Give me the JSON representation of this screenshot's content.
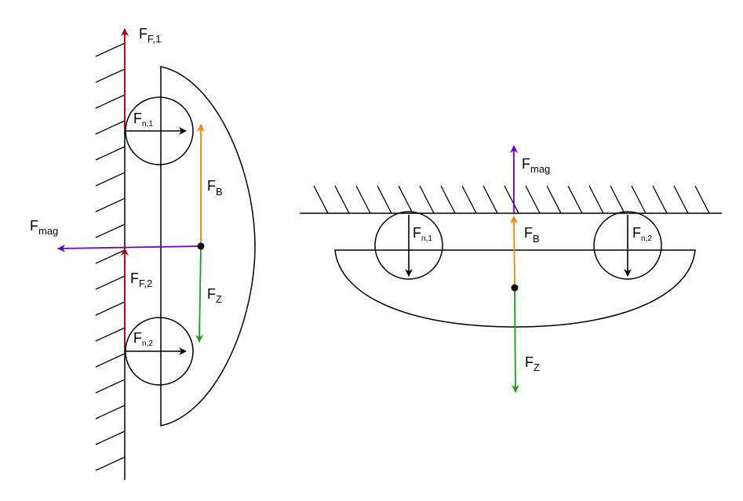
{
  "colors": {
    "friction": "#b20000",
    "magnetic": "#6600cc",
    "buoyancy": "#ff8000",
    "gravity": "#1a9b1a",
    "normal": "#000000",
    "outline": "#000000"
  },
  "left_diagram": {
    "labels": {
      "ff1": {
        "main": "F",
        "sub": "F,1"
      },
      "ff2": {
        "main": "F",
        "sub": "F,2"
      },
      "fn1": {
        "main": "F",
        "sub": "n,1"
      },
      "fn2": {
        "main": "F",
        "sub": "n,2"
      },
      "fb": {
        "main": "F",
        "sub": "B"
      },
      "fz": {
        "main": "F",
        "sub": "Z"
      },
      "fmag": {
        "main": "F",
        "sub": "mag"
      }
    }
  },
  "right_diagram": {
    "labels": {
      "fmag": {
        "main": "F",
        "sub": "mag"
      },
      "fn1": {
        "main": "F",
        "sub": "n,1"
      },
      "fn2": {
        "main": "F",
        "sub": "n,2"
      },
      "fb": {
        "main": "F",
        "sub": "B"
      },
      "fz": {
        "main": "F",
        "sub": "Z"
      }
    }
  }
}
